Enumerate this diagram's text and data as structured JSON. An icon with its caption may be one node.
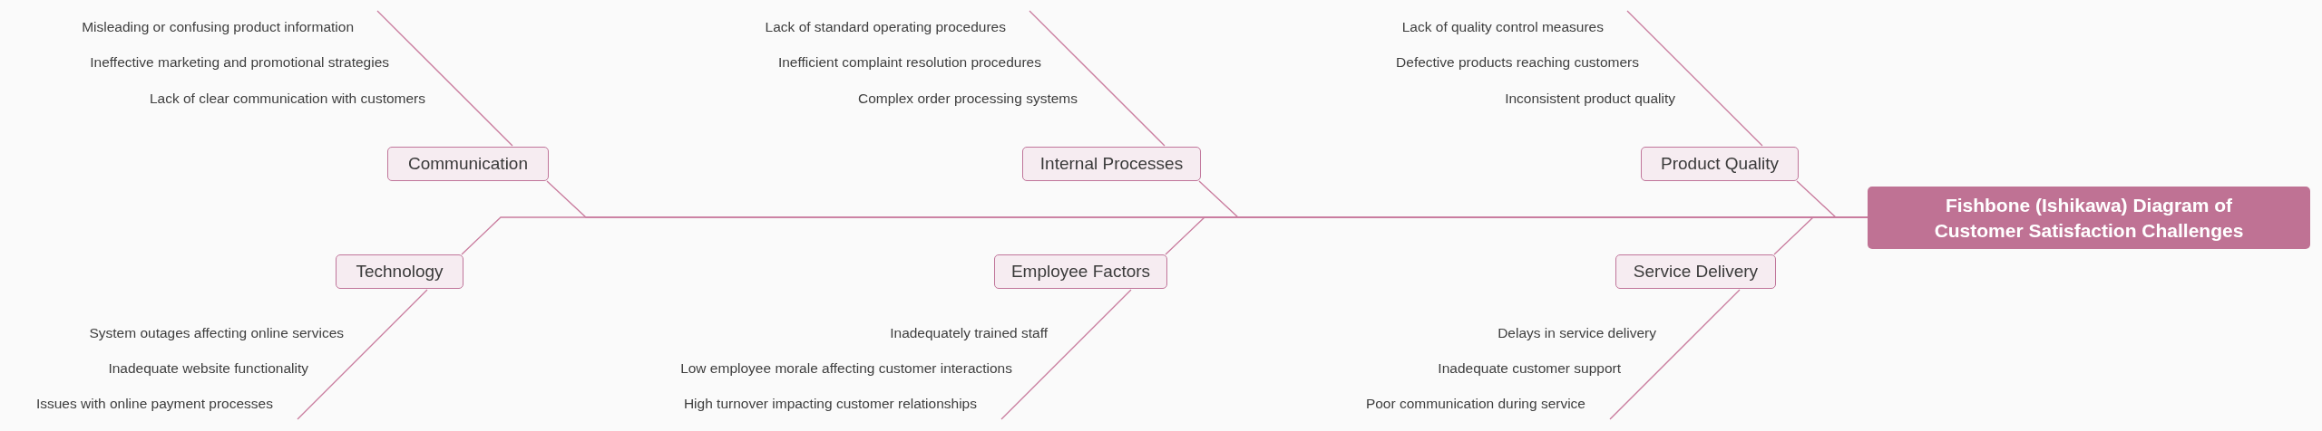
{
  "diagram": {
    "nodes": [
      {
        "text": [
          "Fishbone (Ishikawa) Diagram of Customer Satisfaction Challenges"
        ]
      },
      {
        "text": [
          "Communication"
        ],
        "beside": [
          "Misleading or confusing product information",
          "Ineffective marketing and promotional strategies",
          "Lack of clear communication with customers"
        ]
      },
      {
        "text": [
          "Internal Processes"
        ],
        "beside": [
          "Lack of standard operating procedures",
          "Inefficient complaint resolution procedures",
          "Complex order processing systems"
        ]
      },
      {
        "text": [
          "Product Quality"
        ],
        "beside": [
          "Lack of quality control measures",
          "Defective products reaching customers",
          "Inconsistent product quality"
        ]
      },
      {
        "text": [
          "Technology"
        ],
        "beside": [
          "System outages affecting online services",
          "Inadequate website functionality",
          "Issues with online payment processes"
        ]
      },
      {
        "text": [
          "Employee Factors"
        ],
        "beside": [
          "Inadequately trained staff",
          "Low employee morale affecting customer interactions",
          "High turnover impacting customer relationships"
        ]
      },
      {
        "text": [
          "Service Delivery"
        ],
        "beside": [
          "Delays in service delivery",
          "Inadequate customer support",
          "Poor communication during service"
        ]
      }
    ],
    "edges": [
      {
        "from": 1,
        "to": 0,
        "arrow": "none"
      },
      {
        "from": 2,
        "to": 0,
        "arrow": "none"
      },
      {
        "from": 3,
        "to": 0,
        "arrow": "none"
      },
      {
        "from": 4,
        "to": 0,
        "arrow": "none"
      },
      {
        "from": 5,
        "to": 0,
        "arrow": "none"
      },
      {
        "from": 6,
        "to": 0,
        "arrow": "none"
      }
    ]
  }
}
